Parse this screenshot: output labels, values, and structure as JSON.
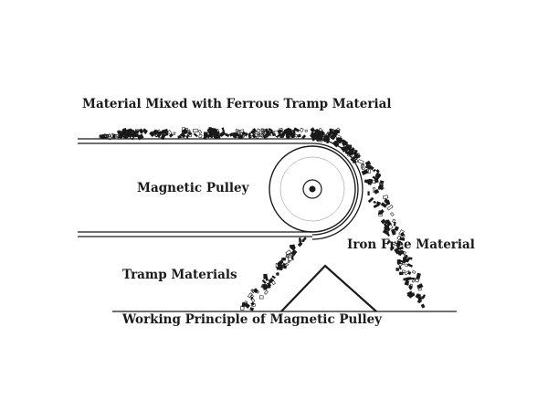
{
  "diagram": {
    "labels": {
      "top": "Material Mixed with Ferrous Tramp Material",
      "pulley": "Magnetic Pulley",
      "iron_free": "Iron Free Material",
      "tramp": "Tramp Materials",
      "caption": "Working Principle of Magnetic Pulley"
    },
    "colors": {
      "ink": "#1a1a1a",
      "background": "#ffffff"
    }
  }
}
